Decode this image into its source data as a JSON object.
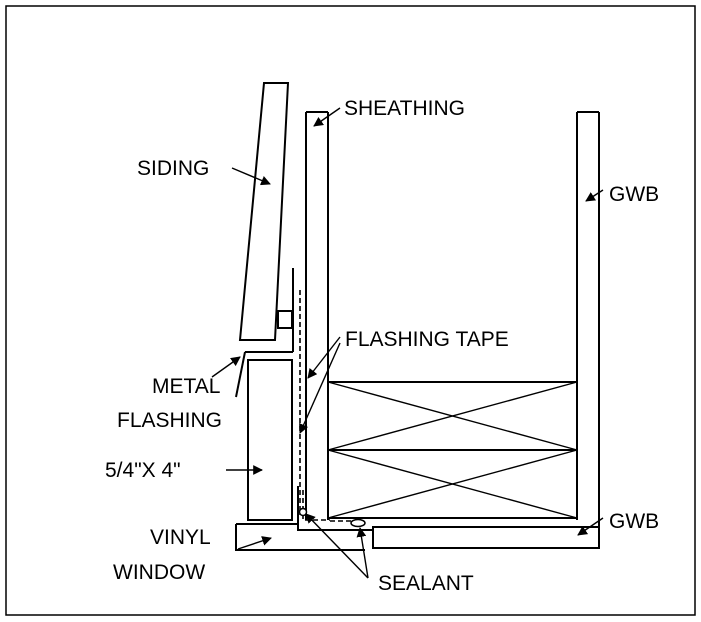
{
  "labels": {
    "sheathing": "SHEATHING",
    "siding": "SIDING",
    "gwb_top": "GWB",
    "flashing_tape": "FLASHING TAPE",
    "metal_flashing_line1": "METAL",
    "metal_flashing_line2": "FLASHING",
    "trim_size": "5/4\"X 4\"",
    "gwb_bottom": "GWB",
    "vinyl_window_line1": "VINYL",
    "vinyl_window_line2": "WINDOW",
    "sealant": "SEALANT"
  },
  "colors": {
    "line": "#000000",
    "background": "#ffffff"
  }
}
